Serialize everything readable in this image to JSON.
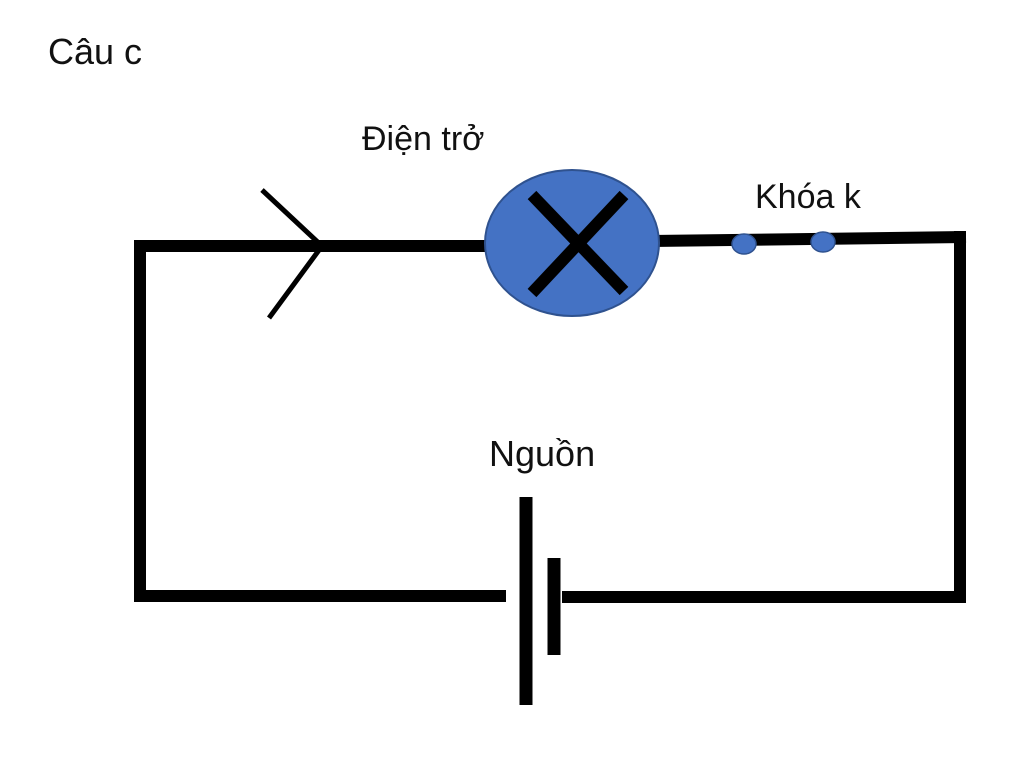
{
  "title": "Câu c",
  "labels": {
    "resistor": "Điện trở",
    "switch": "Khóa k",
    "source": "Nguồn"
  },
  "colors": {
    "wire": "#000000",
    "resistor_fill": "#4472c4",
    "resistor_stroke": "#2f528f",
    "switch_contact_fill": "#4472c4",
    "background": "#ffffff"
  },
  "components": {
    "resistor": {
      "type": "lamp-resistor",
      "icon": "x-in-circle"
    },
    "switch": {
      "type": "switch",
      "icon": "two-contact-dots"
    },
    "source": {
      "type": "battery",
      "icon": "long-short-plates"
    },
    "current_direction": {
      "icon": "arrowhead-right"
    }
  }
}
